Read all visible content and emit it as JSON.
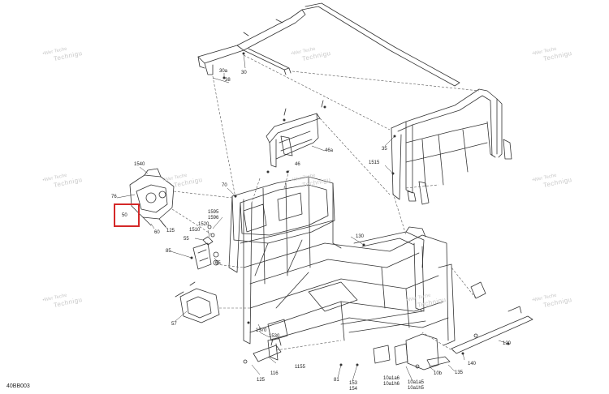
{
  "diagram": {
    "code": "40BB003",
    "watermark_line1": "•Wer Teche",
    "watermark_line2": "Technigu",
    "labels": {
      "l30a": "30a",
      "l38": "38",
      "l30": "30",
      "l35": "35",
      "l46a": "46a",
      "l46": "46",
      "l1515": "1515",
      "l70": "70",
      "l1540": "1540",
      "l76": "76",
      "l50": "50",
      "l60": "60",
      "l125a": "125",
      "l1595": "1595",
      "l1596": "1596",
      "l1520": "1520",
      "l1510": "1510",
      "l55": "55",
      "l130": "130",
      "l85": "85",
      "l65": "65",
      "l57": "57",
      "l1570": "1570",
      "l1530": "1530",
      "l120": "120",
      "l140": "140",
      "l116": "116",
      "l1155": "1155",
      "l125b": "125",
      "l81": "81",
      "l153": "153",
      "l154": "154",
      "l10a1a6": "10a1a6",
      "l10a1a5": "10a1a5",
      "l10a1h6": "10a1h6",
      "l10a1h5": "10a1h5",
      "l10b": "10b",
      "l135": "135"
    },
    "highlight_color": "#d42828",
    "line_color": "#333333"
  }
}
